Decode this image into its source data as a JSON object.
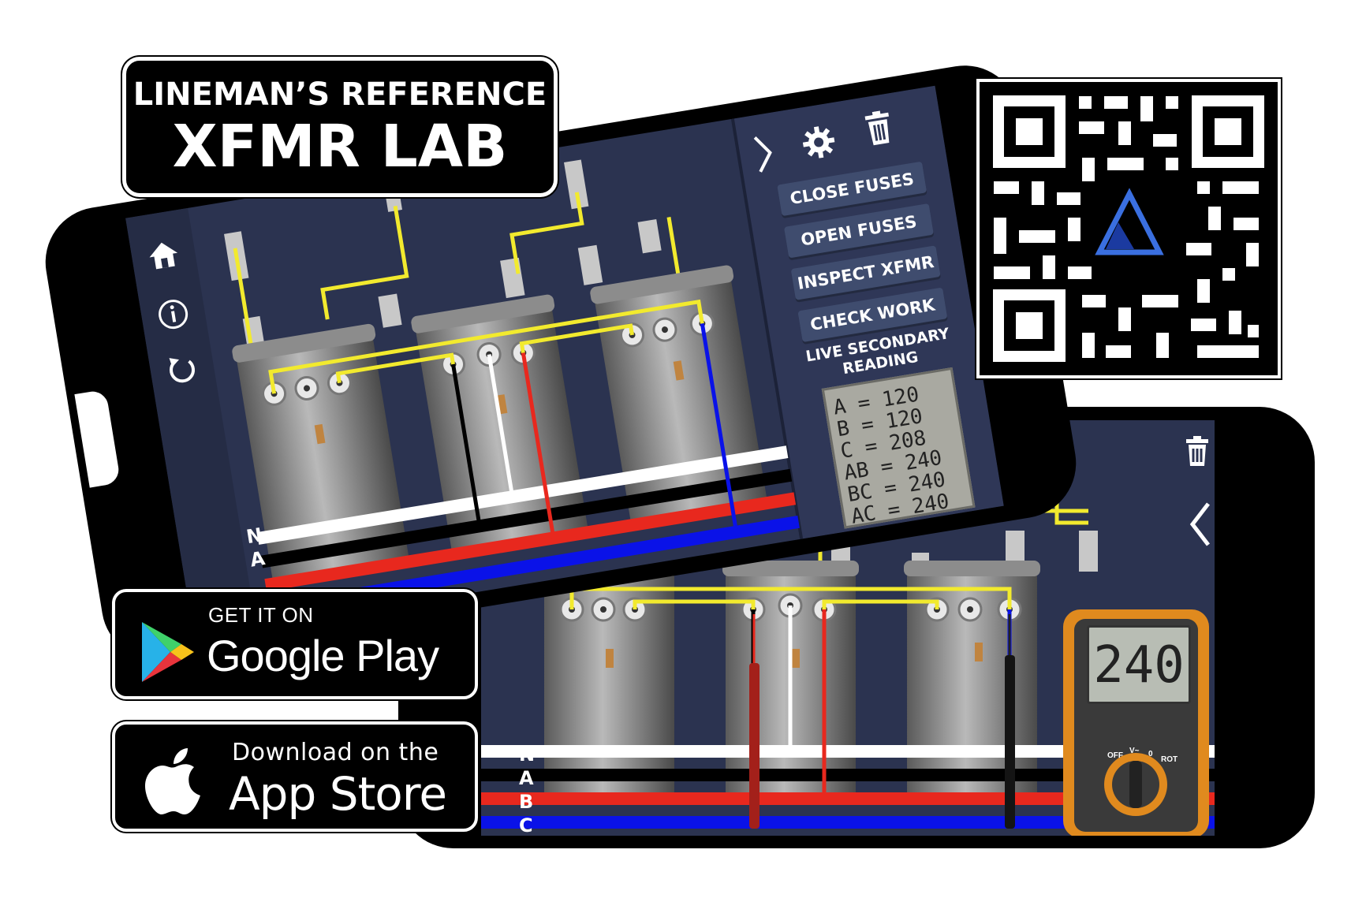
{
  "title": {
    "line1": "LINEMAN’S REFERENCE",
    "line2": "XFMR LAB"
  },
  "stores": {
    "google": {
      "small": "GET IT ON",
      "big": "Google Play"
    },
    "apple": {
      "small": "Download on the",
      "big": "App Store"
    }
  },
  "phone1": {
    "menu": [
      "CLOSE FUSES",
      "OPEN FUSES",
      "INSPECT XFMR",
      "CHECK WORK"
    ],
    "reading_label": [
      "LIVE SECONDARY",
      "READING"
    ],
    "readings": [
      "A = 120",
      "B = 120",
      "C = 208",
      "AB = 240",
      "BC = 240",
      "AC = 240"
    ],
    "phase_labels": [
      "N",
      "A"
    ]
  },
  "phone2": {
    "meter_value": "240",
    "meter_dial": [
      "OFF",
      "V~",
      "0",
      "ROT"
    ],
    "phase_labels": [
      "N",
      "A",
      "B",
      "C"
    ]
  },
  "colors": {
    "screen_bg": "#2b3350",
    "menu_button": "#3f4c6e",
    "wire_yellow": "#f2ea2e",
    "wire_red": "#e8281e",
    "wire_blue": "#0a12e8",
    "wire_white": "#ffffff",
    "wire_black": "#000000",
    "meter_orange": "#e08a1e",
    "qr_logo": "#3a6fe0"
  },
  "icons": {
    "home": "home-icon",
    "info": "info-icon",
    "reset": "reset-icon",
    "settings": "gear-icon",
    "trash": "trash-icon",
    "collapse": "chevron-right-icon",
    "expand": "chevron-left-icon"
  }
}
